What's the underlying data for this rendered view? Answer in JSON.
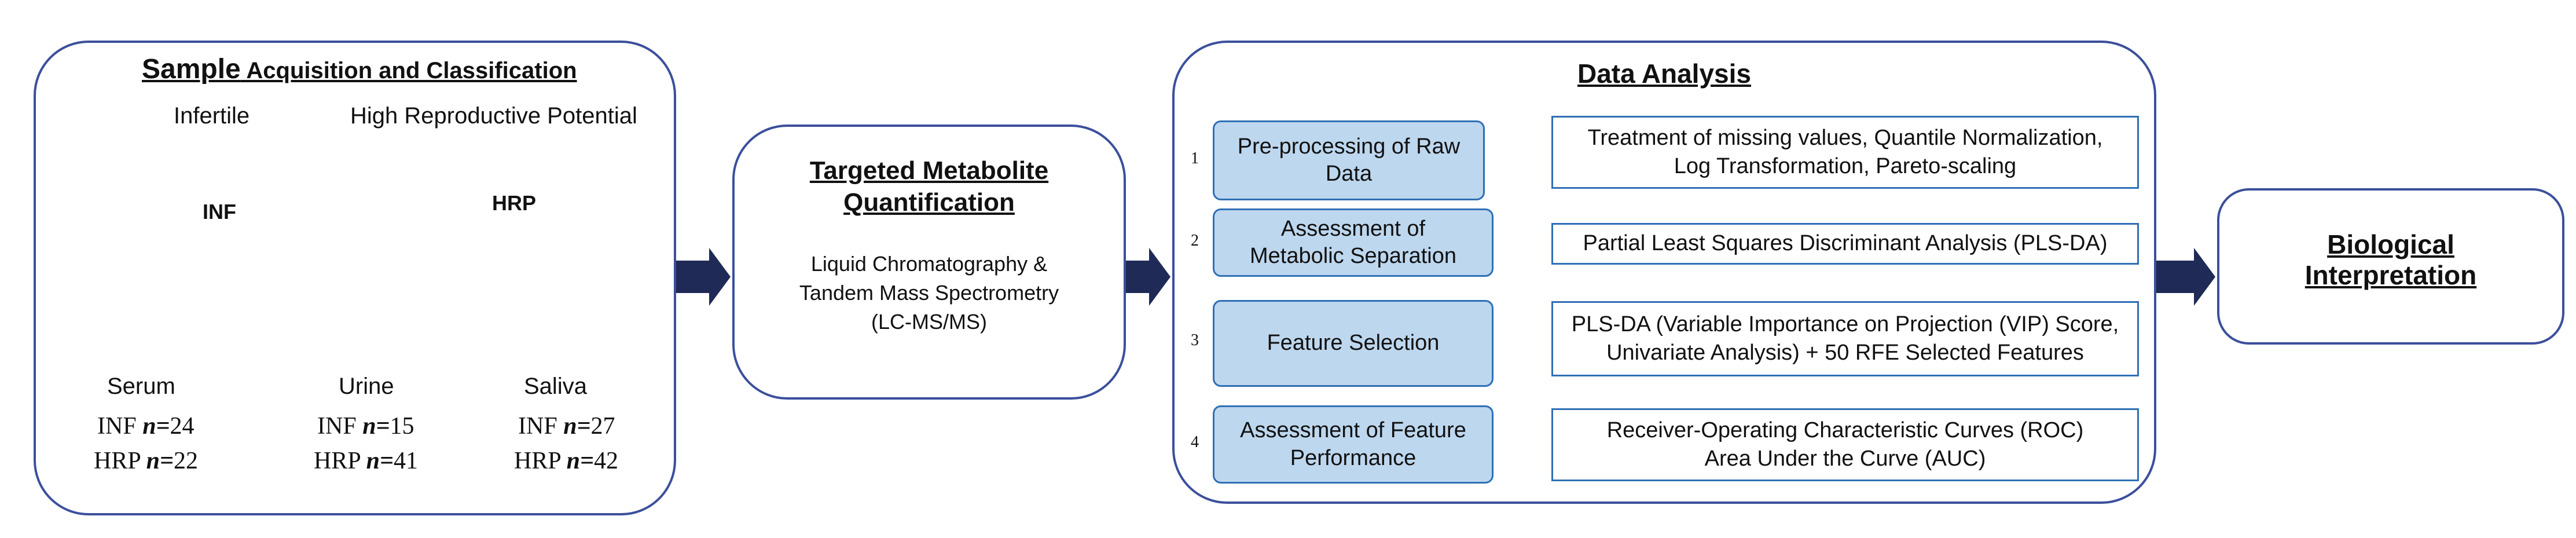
{
  "sample": {
    "title_bold": "Sample",
    "title_rest": " Acquisition and Classification",
    "label_left": "Infertile",
    "label_right": "High Reproductive Potential",
    "pig_left": "INF",
    "pig_right": "HRP",
    "fluids": [
      {
        "name": "Serum",
        "inf_label": "INF ",
        "inf_n": "24",
        "hrp_label": "HRP ",
        "hrp_n": "22"
      },
      {
        "name": "Urine",
        "inf_label": "INF ",
        "inf_n": "15",
        "hrp_label": "HRP ",
        "hrp_n": "41"
      },
      {
        "name": "Saliva",
        "inf_label": "INF ",
        "inf_n": "27",
        "hrp_label": "HRP ",
        "hrp_n": "42"
      }
    ],
    "n_symbol": "n="
  },
  "quant": {
    "title_line1": "Targeted Metabolite",
    "title_line2": "Quantification",
    "body_line1": "Liquid Chromatography &",
    "body_line2": "Tandem Mass Spectrometry",
    "body_line3": "(LC-MS/MS)"
  },
  "analysis": {
    "title": "Data Analysis",
    "steps": [
      {
        "num": "1",
        "label": "Pre-processing of Raw\nData",
        "desc": "Treatment of missing values, Quantile Normalization,\nLog Transformation, Pareto-scaling"
      },
      {
        "num": "2",
        "label": "Assessment of\nMetabolic Separation",
        "desc": "Partial Least Squares Discriminant Analysis (PLS-DA)"
      },
      {
        "num": "3",
        "label": "Feature Selection",
        "desc": "PLS-DA (Variable Importance on Projection (VIP) Score,\nUnivariate Analysis) + 50 RFE Selected Features"
      },
      {
        "num": "4",
        "label": "Assessment of Feature\nPerformance",
        "desc": "Receiver-Operating Characteristic Curves (ROC)\nArea Under the Curve (AUC)"
      }
    ]
  },
  "interpretation": {
    "line1": "Biological",
    "line2": "Interpretation"
  },
  "colors": {
    "box_border": "#3b4f9c",
    "step_fill": "#bdd7ee",
    "step_border": "#2f6fb5",
    "arrow_fill": "#1f2a56",
    "pig": "#f0c9b4"
  }
}
